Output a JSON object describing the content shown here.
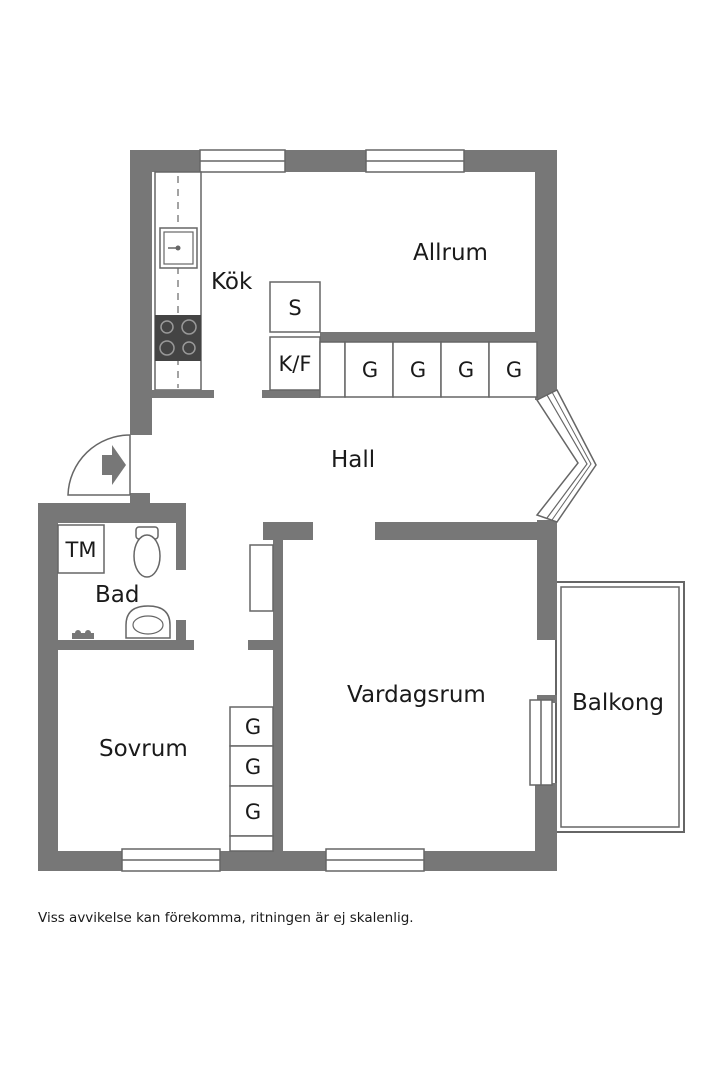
{
  "rooms": {
    "kitchen": "Kök",
    "living_family": "Allrum",
    "hall": "Hall",
    "bath": "Bad",
    "bedroom": "Sovrum",
    "living_room": "Vardagsrum",
    "balcony": "Balkong"
  },
  "units": {
    "kitchen_cabinet_s": "S",
    "fridge_freezer": "K/F",
    "washing_machine": "TM",
    "wardrobe": "G"
  },
  "disclaimer": "Viss avvikelse kan förekomma, ritningen är ej skalenlig.",
  "colors": {
    "wall": "#777777",
    "line": "#666666",
    "stove": "#444444",
    "text": "#1a1a1a"
  }
}
